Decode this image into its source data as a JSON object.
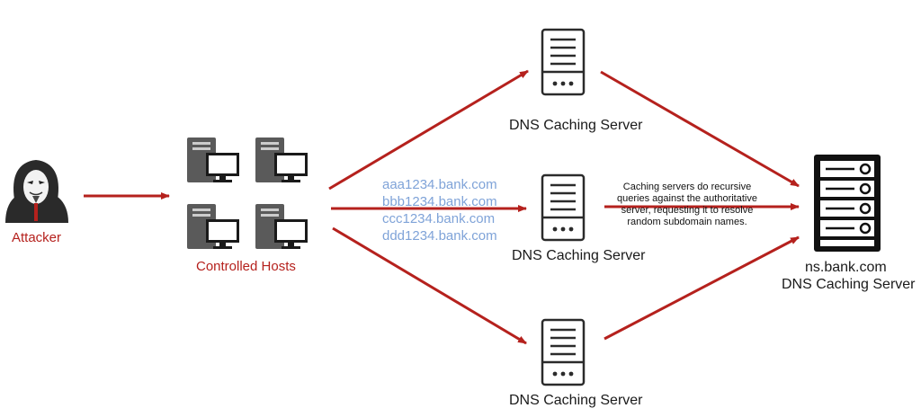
{
  "colors": {
    "arrow": "#b5211d",
    "server": "#2b2b2b",
    "host": "#5a5a5a",
    "domain_text": "#7fa3d8"
  },
  "labels": {
    "attacker": "Attacker",
    "controlled_hosts": "Controlled Hosts",
    "caching_top": "DNS Caching Server",
    "caching_middle": "DNS Caching Server",
    "caching_bottom": "DNS Caching Server",
    "target_name": "ns.bank.com",
    "target_role": "DNS Caching Server"
  },
  "domains": [
    "aaa1234.bank.com",
    "bbb1234.bank.com",
    "ccc1234.bank.com",
    "ddd1234.bank.com"
  ],
  "note": "Caching servers do recursive queries against the authoritative server, requesting it to resolve random subdomain names.",
  "icons": {
    "attacker": "hooded-hacker-icon",
    "hosts": "server-with-monitor-icon",
    "caching": "server-icon",
    "target": "server-rack-icon"
  }
}
